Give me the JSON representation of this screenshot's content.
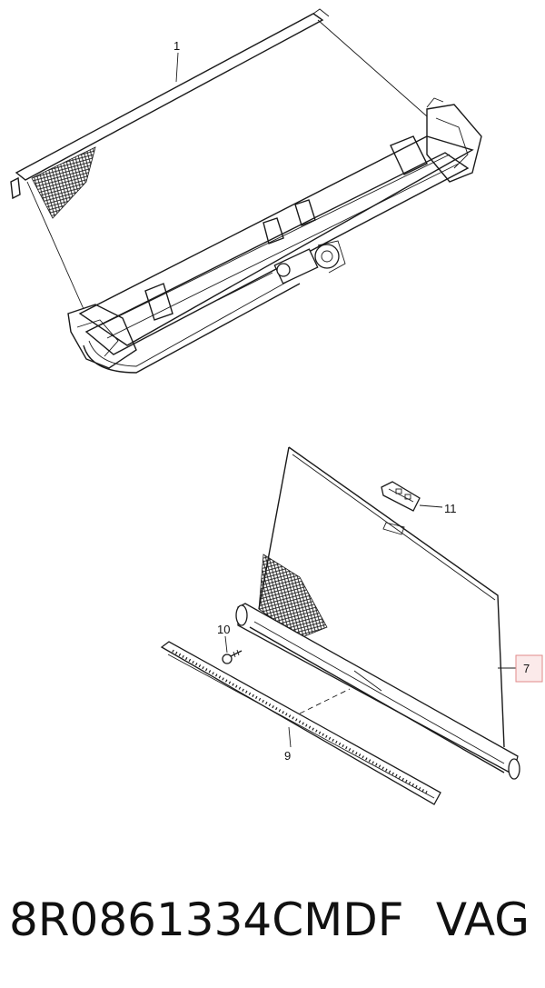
{
  "callouts": {
    "c1": "1",
    "c7": "7",
    "c9": "9",
    "c10": "10",
    "c11": "11"
  },
  "caption": {
    "part_number": "8R0861334CMDF",
    "brand": "VAG"
  },
  "colors": {
    "line": "#1a1a1a",
    "highlight_border": "#e08a8a",
    "highlight_fill": "#fbeaea"
  }
}
